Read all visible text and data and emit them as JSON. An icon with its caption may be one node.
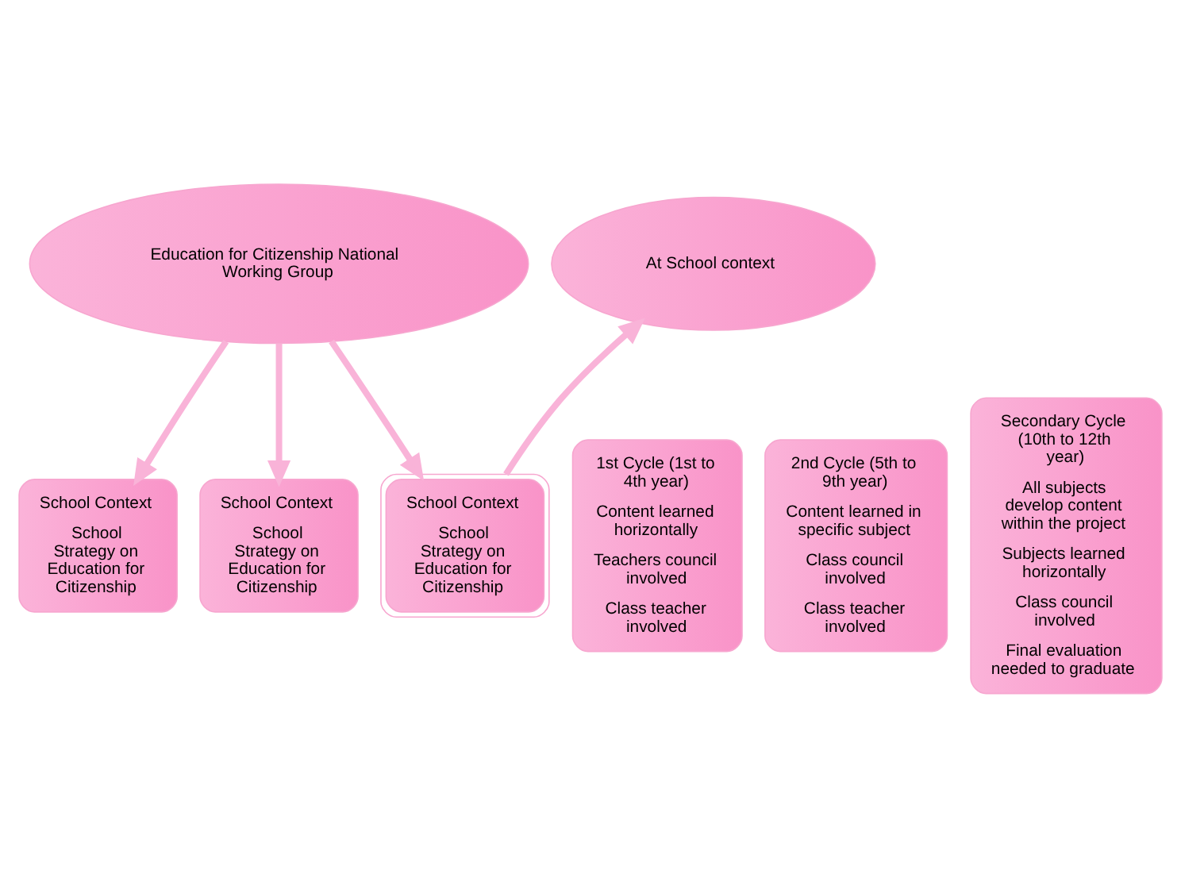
{
  "diagram": {
    "nodes": [
      {
        "text": [
          "Education for Citizenship National Working Group"
        ]
      },
      {
        "text": [
          "At School context"
        ]
      },
      {
        "text": [
          "School Context",
          "School Strategy on Education for Citizenship"
        ]
      },
      {
        "text": [
          "School Context",
          "School Strategy on Education for Citizenship"
        ]
      },
      {
        "text": [
          "School Context",
          "School Strategy on Education for Citizenship"
        ]
      },
      {
        "text": [
          "1st Cycle (1st to 4th year)",
          "Content learned horizontally",
          "Teachers council involved",
          "Class teacher involved"
        ]
      },
      {
        "text": [
          "2nd Cycle (5th to 9th year)",
          "Content learned in specific subject",
          "Class council involved",
          "Class teacher involved"
        ]
      },
      {
        "text": [
          "Secondary Cycle (10th to 12th year)",
          "All subjects develop content within the project",
          "Subjects learned horizontally",
          "Class council involved",
          "Final evaluation needed to graduate"
        ]
      }
    ],
    "edges": [
      {
        "from": 0,
        "to": 2,
        "arrow": "to"
      },
      {
        "from": 0,
        "to": 3,
        "arrow": "to"
      },
      {
        "from": 0,
        "to": 4,
        "arrow": "to"
      },
      {
        "from": 4,
        "to": 1,
        "arrow": "to"
      }
    ]
  }
}
